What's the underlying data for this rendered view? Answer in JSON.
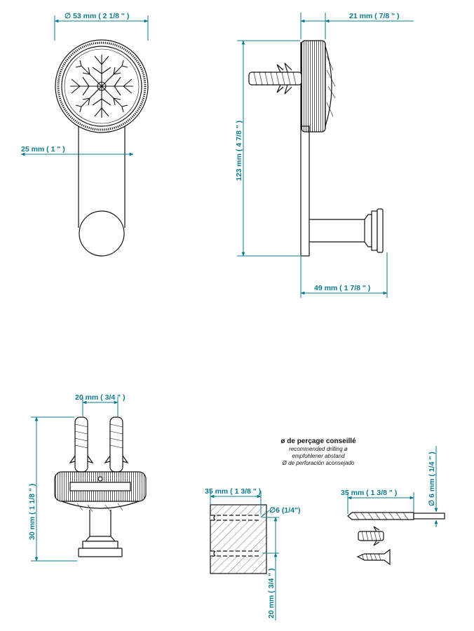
{
  "accent_color": "#0b7a8c",
  "dimensions": {
    "front_diameter": "∅ 53 mm ( 2 1/8 \" )",
    "stem_width": "25 mm ( 1 \" )",
    "side_depth": "21 mm ( 7/8 \" )",
    "side_height": "123 mm ( 4 7/8 \" )",
    "side_projection": "49 mm ( 1 7/8 \" )",
    "plug_spacing": "20 mm ( 3/4 \" )",
    "bottom_height": "30 mm ( 1 1/8 \" )",
    "drill_depth_left": "35 mm ( 1 3/8 \" )",
    "hole_diameter": "∅6 (1/4\")",
    "hole_spacing": "20 mm ( 3/4 \" )",
    "drill_depth_right": "35 mm ( 1 3/8 \" )",
    "drill_bit_diameter": "∅ 6 mm ( 1/4 \" )"
  },
  "drilling_note": {
    "title": "ø de perçage conseillé",
    "english": "recommended drilling ø",
    "german": "empfohlener abstand",
    "spanish": "Ø de perforación aconsejado"
  }
}
